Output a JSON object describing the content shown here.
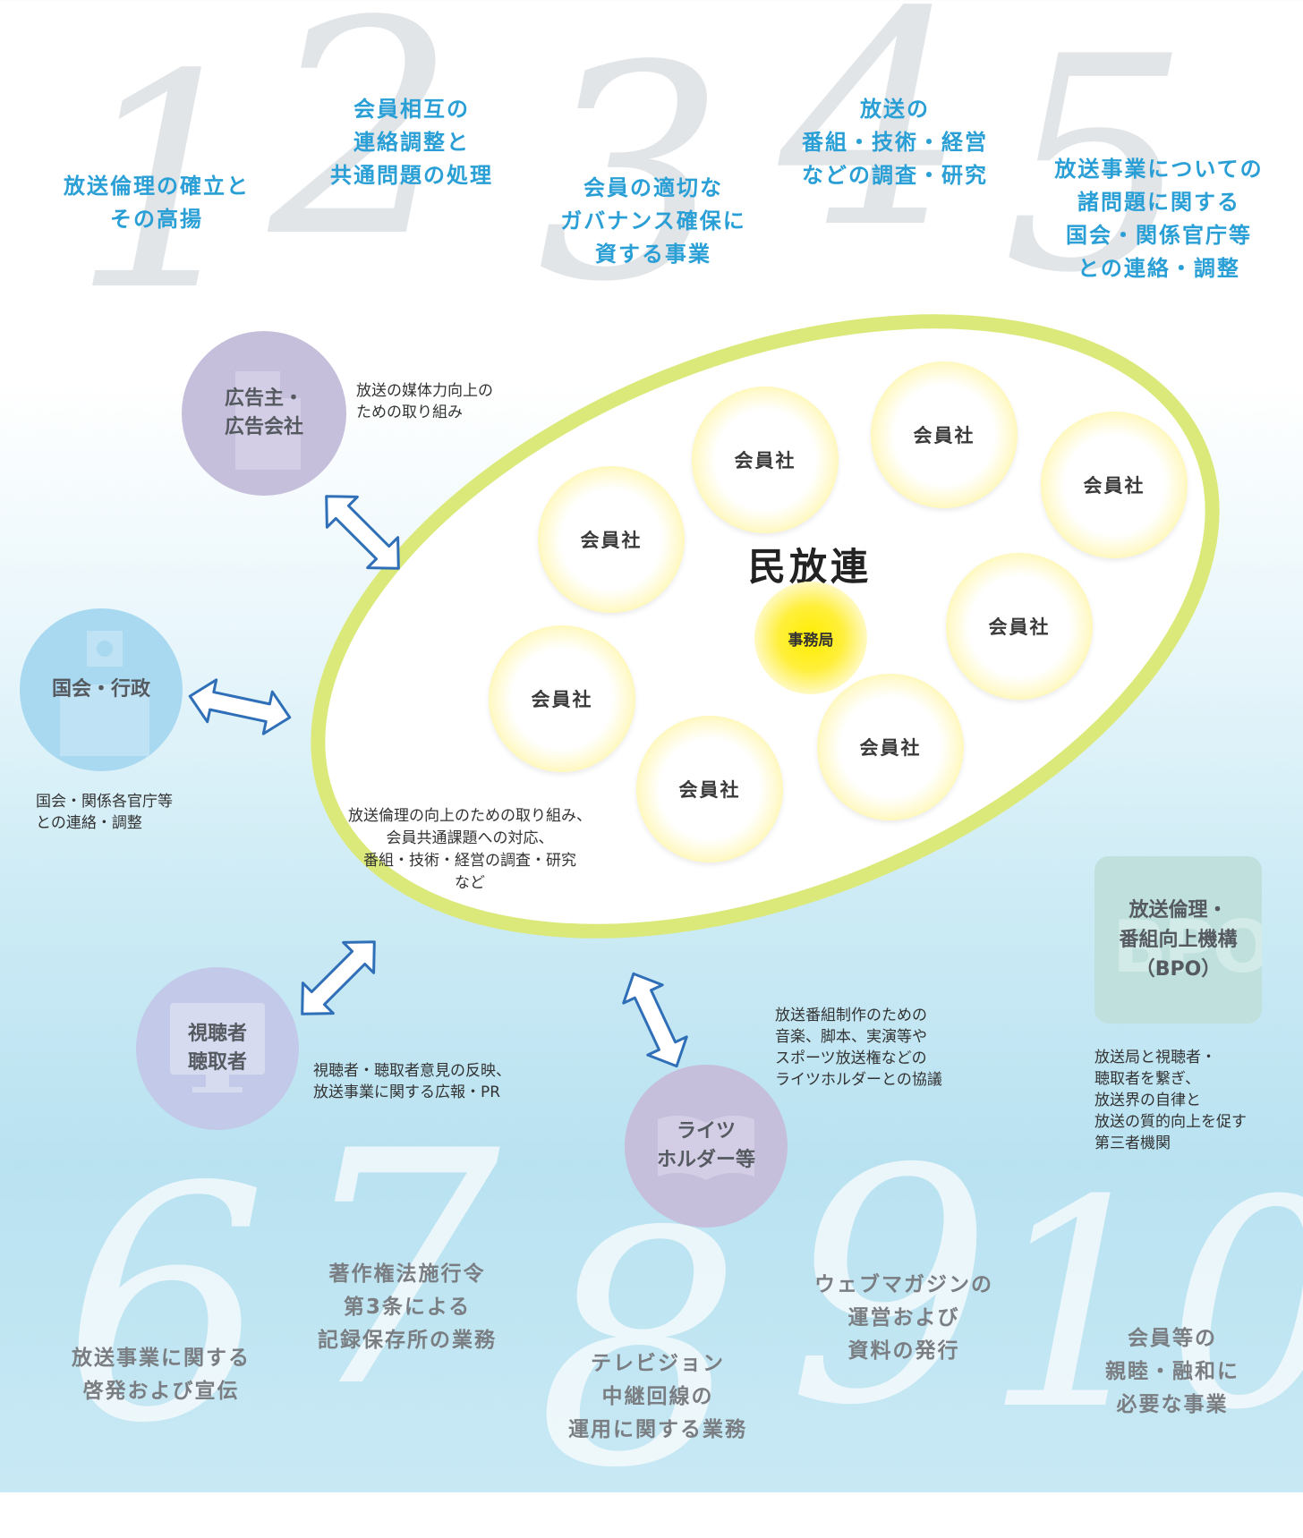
{
  "numbers": {
    "n1": "1",
    "n2": "2",
    "n3": "3",
    "n4": "4",
    "n5": "5",
    "n6": "6",
    "n7": "7",
    "n8": "8",
    "n9": "9",
    "n10": "10"
  },
  "topics": {
    "t1": "放送倫理の確立と\nその高揚",
    "t2": "会員相互の\n連絡調整と\n共通問題の処理",
    "t3": "会員の適切な\nガバナンス確保に\n資する事業",
    "t4": "放送の\n番組・技術・経営\nなどの調査・研究",
    "t5": "放送事業についての\n諸問題に関する\n国会・関係官庁等\nとの連絡・調整",
    "t6": "放送事業に関する\n啓発および宣伝",
    "t7": "著作権法施行令\n第3条による\n記録保存所の業務",
    "t8": "テレビジョン\n中継回線の\n運用に関する業務",
    "t9": "ウェブマガジンの\n運営および\n資料の発行",
    "t10": "会員等の\n親睦・融和に\n必要な事業"
  },
  "center": {
    "title": "民放連",
    "secretariat": "事務局",
    "member": "会員社",
    "description": "放送倫理の向上のための取り組み、\n会員共通課題への対応、\n番組・技術・経営の調査・研究\nなど"
  },
  "partners": {
    "advertisers": {
      "label": "広告主・\n広告会社",
      "note": "放送の媒体力向上の\nための取り組み",
      "icon": "building-icon"
    },
    "government": {
      "label": "国会・行政",
      "note": "国会・関係各官庁等\nとの連絡・調整",
      "icon": "parliament-icon"
    },
    "viewers": {
      "label": "視聴者\n聴取者",
      "note": "視聴者・聴取者意見の反映、\n放送事業に関する広報・PR",
      "icon": "monitor-icon"
    },
    "rights": {
      "label": "ライツ\nホルダー等",
      "note": "放送番組制作のための\n音楽、脚本、実演等や\nスポーツ放送権などの\nライツホルダーとの協議",
      "icon": "book-icon"
    },
    "bpo": {
      "label": "放送倫理・\n番組向上機構\n（BPO）",
      "note": "放送局と視聴者・\n聴取者を繋ぎ、\n放送界の自律と\n放送の質的向上を促す\n第三者機関",
      "watermark": "BPO"
    }
  },
  "colors": {
    "topic_blue": "#2a9fd6",
    "ellipse_ring": "#dbe97a",
    "member_yellow": "#ffe000",
    "partner_purple": "#c5bfdc",
    "partner_blue": "#a9d9f0",
    "bpo_teal": "#bfe0dd",
    "arrow_blue": "#2f6fb8"
  }
}
